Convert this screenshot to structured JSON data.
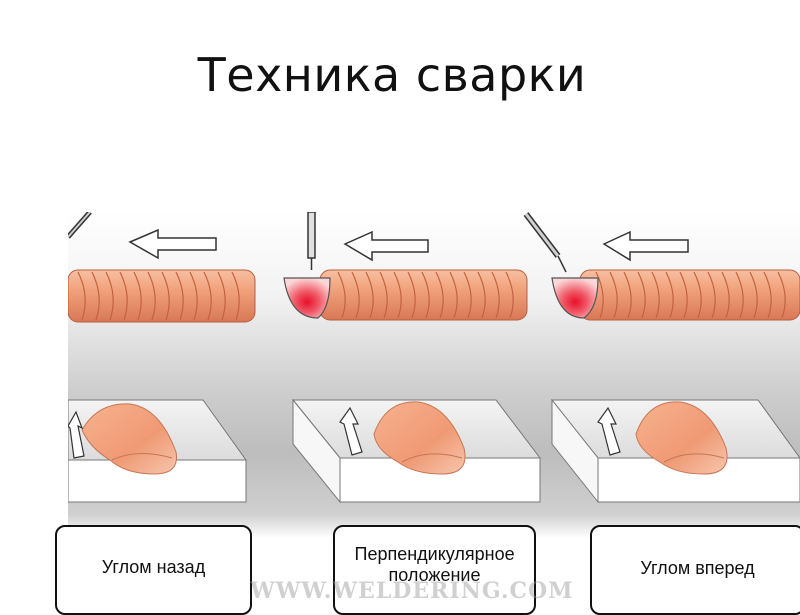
{
  "title": "Техника сварки",
  "labels": {
    "backward": "Углом назад",
    "perpendicular": "Перпендикулярное положение",
    "forward": "Углом вперед"
  },
  "watermark": "WWW.WELDERING.COM",
  "colors": {
    "bead": "#f0a27c",
    "bead_dark": "#cf6a47",
    "arc": "#e8182e",
    "arrow_fill": "#ffffff",
    "arrow_stroke": "#333333"
  }
}
